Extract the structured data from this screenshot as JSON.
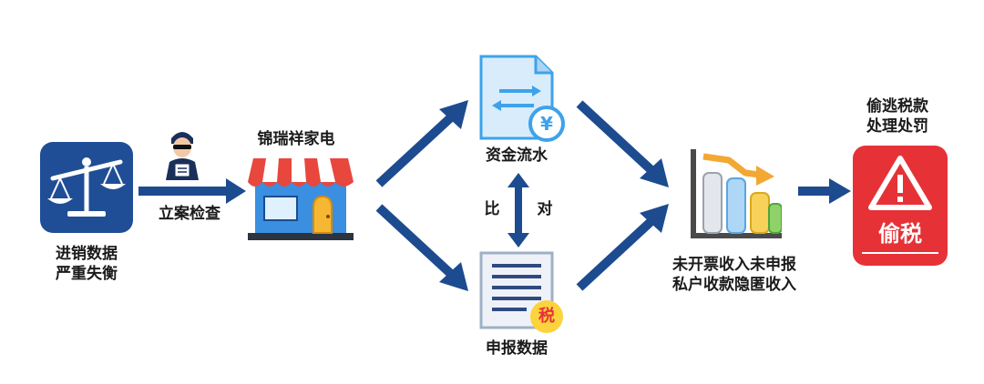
{
  "scale_icon": {
    "label_line1": "进销数据",
    "label_line2": "严重失衡"
  },
  "inspection": {
    "label": "立案检查"
  },
  "store": {
    "name": "锦瑞祥家电"
  },
  "funds": {
    "label": "资金流水",
    "currency_symbol": "¥"
  },
  "compare": {
    "char1": "比",
    "char2": "对"
  },
  "declaration": {
    "label": "申报数据",
    "tax_badge": "税"
  },
  "hidden_income": {
    "label_line1": "未开票收入未申报",
    "label_line2": "私户收款隐匿收入"
  },
  "penalty": {
    "label_line1": "偷逃税款",
    "label_line2": "处理处罚",
    "badge_text": "偷税"
  },
  "colors": {
    "arrow": "#1d4b8f",
    "scale_bg": "#1f4e96",
    "penalty_bg": "#e63236"
  }
}
